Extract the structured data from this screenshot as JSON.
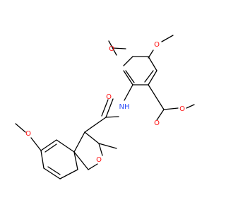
{
  "molecule": {
    "atoms": {
      "o1": "O",
      "o2": "O",
      "o3": "O",
      "o4": "O",
      "o5": "O",
      "o6": "O",
      "nh": "NH"
    },
    "colors": {
      "oxygen": "#ff0d0d",
      "nitrogen": "#3050f8",
      "bond": "#000000",
      "background": "#ffffff"
    }
  }
}
